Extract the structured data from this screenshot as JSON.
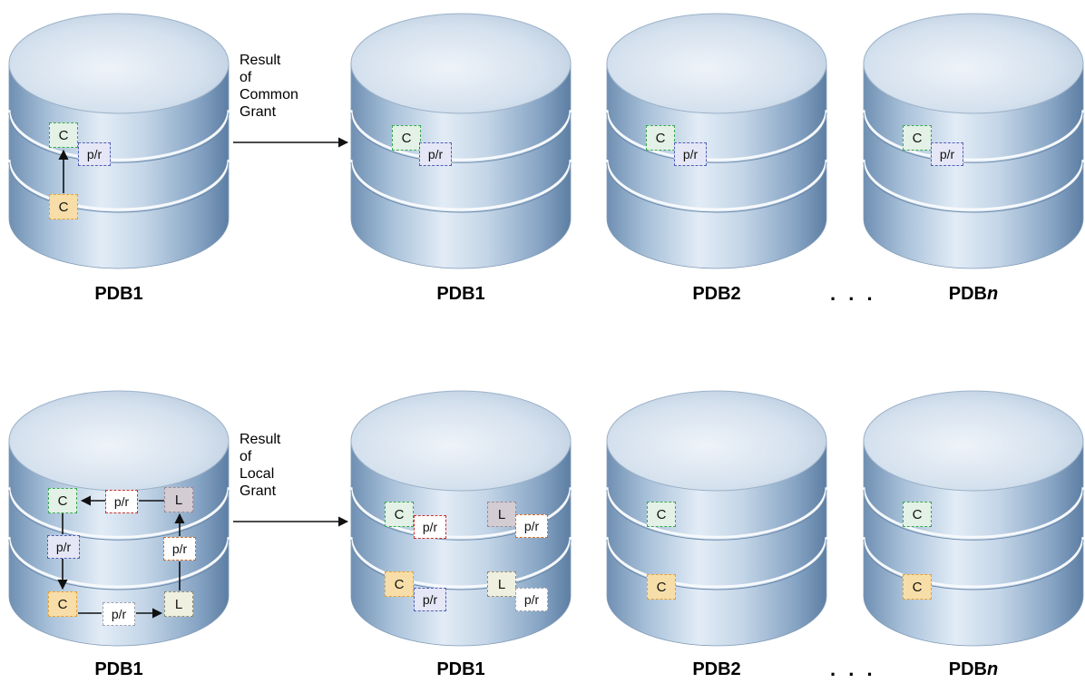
{
  "top": {
    "note": [
      "Result",
      "of",
      "Common",
      "Grant"
    ],
    "labels": {
      "pdb1_left": "PDB1",
      "pdb1_right": "PDB1",
      "pdb2": "PDB2",
      "pdbn_prefix": "PDB",
      "pdbn_suffix": "n"
    },
    "ellipsis": ". . .",
    "left_db": {
      "common_user": "C",
      "privilege": "p/r",
      "granting_user": "C"
    },
    "right_db": {
      "common_user": "C",
      "privilege": "p/r"
    },
    "pdb2_db": {
      "common_user": "C",
      "privilege": "p/r"
    },
    "pdbn_db": {
      "common_user": "C",
      "privilege": "p/r"
    }
  },
  "bottom": {
    "note": [
      "Result",
      "of",
      "Local",
      "Grant"
    ],
    "labels": {
      "pdb1_left": "PDB1",
      "pdb1_right": "PDB1",
      "pdb2": "PDB2",
      "pdbn_prefix": "PDB",
      "pdbn_suffix": "n"
    },
    "ellipsis": ". . .",
    "left_db": {
      "common_user_top": "C",
      "priv_top": "p/r",
      "local_user_top": "L",
      "priv_left": "p/r",
      "priv_right": "p/r",
      "common_user_bottom": "C",
      "priv_bottom": "p/r",
      "local_user_bottom": "L"
    },
    "right_db": {
      "common_user_top": "C",
      "priv_top_left": "p/r",
      "local_user_top": "L",
      "priv_top_right": "p/r",
      "common_user_bottom": "C",
      "priv_bottom_left": "p/r",
      "local_user_bottom": "L",
      "priv_bottom_right": "p/r"
    },
    "pdb2_db": {
      "common_user_top": "C",
      "common_user_bottom": "C"
    },
    "pdbn_db": {
      "common_user_top": "C",
      "common_user_bottom": "C"
    }
  }
}
